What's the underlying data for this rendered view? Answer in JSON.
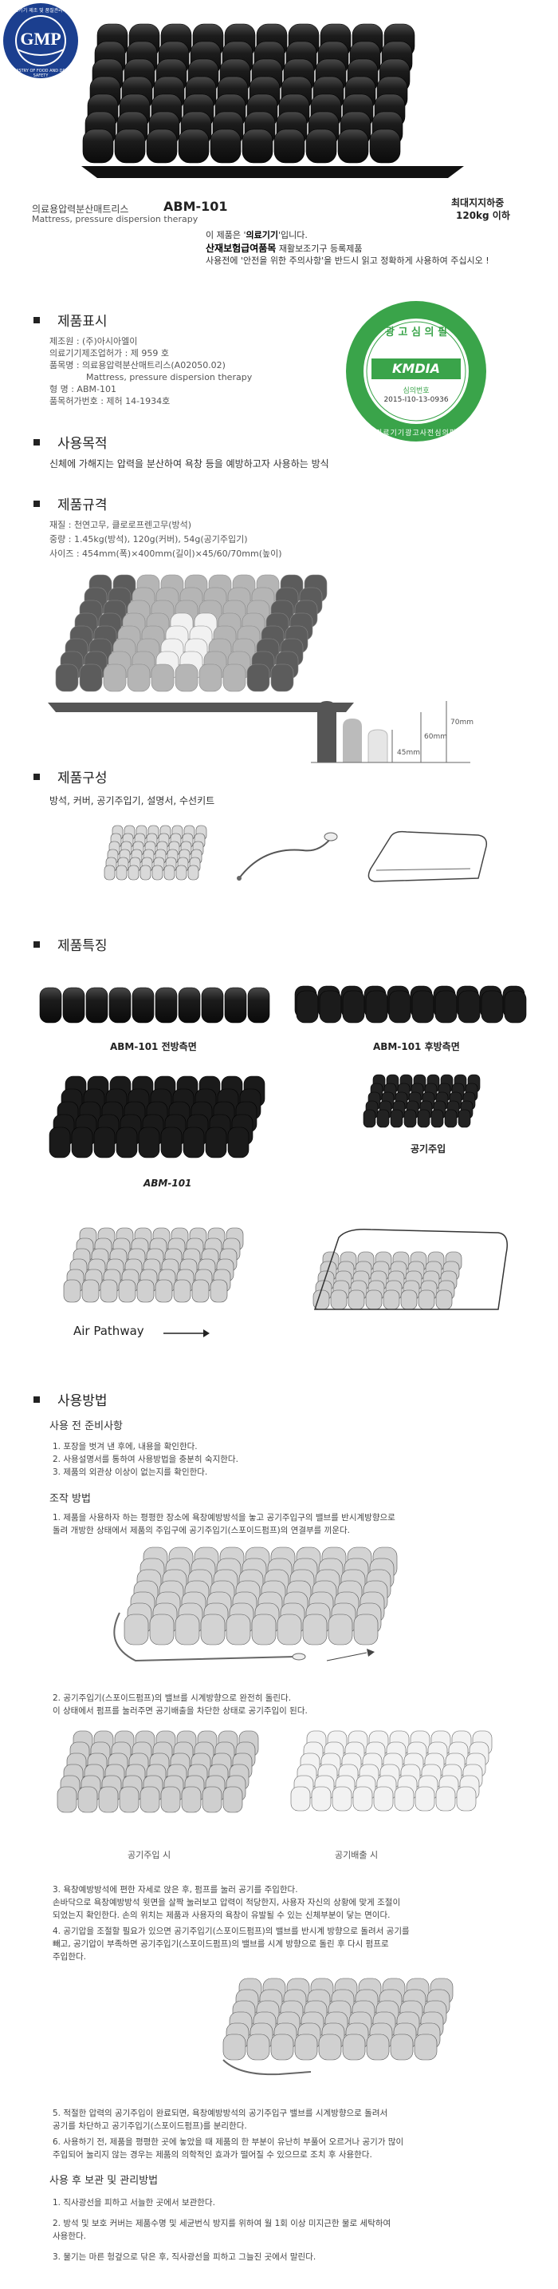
{
  "header": {
    "gmp": {
      "text": "GMP",
      "ring_top": "의료기기 제조 및 품질관리기준",
      "ring_bottom": "MINISTRY OF FOOD AND DRUG SAFETY"
    },
    "product_name_ko": "의료용압력분산매트리스",
    "model": "ABM-101",
    "product_name_en": "Mattress, pressure dispersion therapy",
    "max_load_label": "최대지지하중",
    "max_load_value": "120kg 이하",
    "notice_line1_prefix": "이 제품은 '",
    "notice_line1_emph": "의료기기",
    "notice_line1_suffix": "'입니다.",
    "notice_line2_emph": "산재보험급여품목",
    "notice_line2_suffix": " 재활보조기구 등록제품",
    "notice_line3": "사용전에 '안전을 위한 주의사항'을 반드시 읽고 정확하게 사용하여 주십시오 !"
  },
  "sections": {
    "label": {
      "title": "제품표시",
      "lines": [
        "제조원 : (주)아시아엘이",
        "의료기기제조업허가 : 제 959 호",
        "품목명 : 의료용압력분산매트리스(A02050.02)",
        "Mattress, pressure dispersion therapy",
        "형    명 : ABM-101",
        "품목허가번호 : 제허 14-1934호"
      ]
    },
    "ad_badge": {
      "top_text": "광 고 심 의 필",
      "org": "KMDIA",
      "approval_label": "심의번호",
      "approval_no": "2015-I10-13-0936",
      "ring_text": "의료기기광고사전심의필"
    },
    "purpose": {
      "title": "사용목적",
      "text": "신체에 가해지는 압력을 분산하여 욕창 등을 예방하고자 사용하는 방식"
    },
    "spec": {
      "title": "제품규격",
      "lines": [
        "재질 : 천연고무, 클로로프렌고무(방석)",
        "중량 : 1.45kg(방석), 120g(커버), 54g(공기주입기)",
        "사이즈 : 454mm(폭)×400mm(길이)×45/60/70mm(높이)"
      ],
      "dims": [
        "45mm",
        "60mm",
        "70mm"
      ]
    },
    "composition": {
      "title": "제품구성",
      "text": "방석, 커버, 공기주입기, 설명서, 수선키트"
    },
    "features": {
      "title": "제품특징",
      "captions": [
        "ABM-101 전방측면",
        "ABM-101 후방측면",
        "공기주입",
        "ABM-101",
        "Air Pathway"
      ]
    },
    "usage": {
      "title": "사용방법",
      "prep_title": "사용 전 준비사항",
      "prep_steps": [
        "1. 포장을 벗겨 낸 후에, 내용을 확인한다.",
        "2. 사용설명서를 통하여 사용방법을 충분히 숙지한다.",
        "3. 제품의 외관상 이상이 없는지를 확인한다."
      ],
      "op_title": "조작 방법",
      "op_step1": [
        "1. 제품을 사용하자 하는 평평한 장소에 욕창예방방석을 놓고 공기주입구의 밸브를 반시계방향으로",
        "    돌려 개방한 상태에서 제품의 주입구에 공기주입기(스포이드펌프)의 연결부를 끼운다."
      ],
      "op_step2": [
        "2. 공기주입기(스포이드펌프)의 밸브를 시계방향으로 완전히 돌린다.",
        "    이 상태에서 펌프를 눌러주면 공기배출을 차단한 상태로 공기주입이 된다."
      ],
      "inject_label": "공기주입 시",
      "release_label": "공기배출 시",
      "op_step3": [
        "3. 욕창예방방석에 편한 자세로 앉은 후, 펌프를 눌러 공기를 주입한다.",
        "    손바닥으로 욕창예방방석 윗면을 살짝 눌러보고 압력이 적당한지, 사용자 자신의 상황에 맞게 조절이",
        "    되었는지 확인한다. 손의 위치는 제품과 사용자의 욕창이 유발될 수 있는 신체부분이 닿는 면이다."
      ],
      "op_step4": [
        "4. 공기압을 조절할 필요가 있으면 공기주입기(스포이드펌프)의 밸브를 반시계 방향으로 돌려서 공기를",
        "    빼고, 공기압이 부족하면 공기주입기(스포이드펌프)의 밸브를 시계 방향으로 돌린 후 다시 펌프로",
        "    주입한다."
      ],
      "op_step5": [
        "5. 적절한 압력의 공기주입이 완료되면, 욕창예방방석의 공기주입구 밸브를 시계방향으로 돌려서",
        "    공기를 차단하고 공기주입기(스포이드펌프)를 분리한다."
      ],
      "op_step6": [
        "6. 사용하기 전, 제품을 평평한 곳에 놓았을 때 제품의 한 부분이 유난히 부풀어 오르거나 공기가 많이",
        "    주입되어 눌리지 않는 경우는 제품의 의학적인 효과가 떨어질 수 있으므로 조치 후 사용한다."
      ],
      "storage_title": "사용 후 보관 및 관리방법",
      "storage_steps": [
        "1. 직사광선을 피하고 서늘한 곳에서 보관한다.",
        "2. 방석 및 보호 커버는 제품수명 및 세균번식 방지를 위하여 월 1회 이상 미지근한 물로 세탁하여",
        "    사용한다.",
        "3. 물기는 마른 헝겊으로 닦은 후, 직사광선을 피하고 그늘진 곳에서 말린다."
      ]
    }
  },
  "colors": {
    "gmp_blue": "#1b3f8f",
    "badge_green": "#3aa44a",
    "dark_cushion": "#141414",
    "gray_cell": "#9a9a9a"
  }
}
